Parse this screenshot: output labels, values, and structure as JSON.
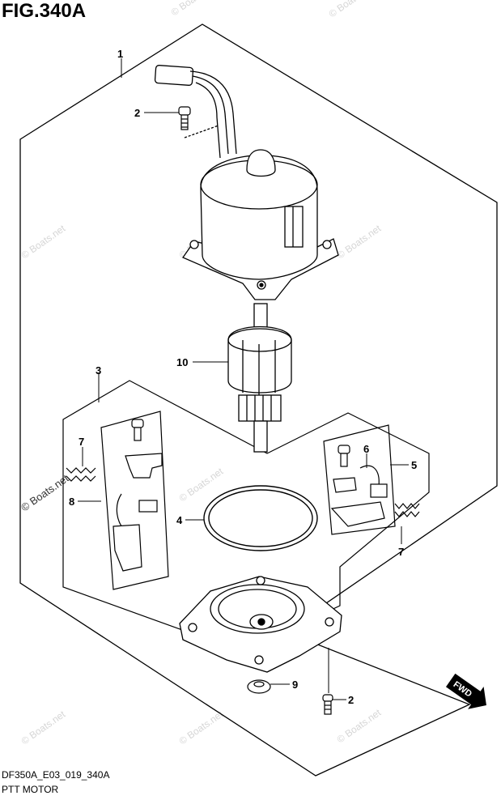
{
  "figure": {
    "title": "FIG.340A",
    "code": "DF350A_E03_019_340A",
    "name": "PTT MOTOR"
  },
  "callouts": [
    {
      "id": "c1",
      "label": "1"
    },
    {
      "id": "c2a",
      "label": "2"
    },
    {
      "id": "c10",
      "label": "10"
    },
    {
      "id": "c3",
      "label": "3"
    },
    {
      "id": "c7a",
      "label": "7"
    },
    {
      "id": "c8",
      "label": "8"
    },
    {
      "id": "c4",
      "label": "4"
    },
    {
      "id": "c6",
      "label": "6"
    },
    {
      "id": "c5",
      "label": "5"
    },
    {
      "id": "c7b",
      "label": "7"
    },
    {
      "id": "c9",
      "label": "9"
    },
    {
      "id": "c2b",
      "label": "2"
    }
  ],
  "fwd_label": "FWD",
  "watermark": "© Boats.net",
  "colors": {
    "line": "#000000",
    "watermark": "#d6d6d6",
    "background": "#ffffff"
  }
}
